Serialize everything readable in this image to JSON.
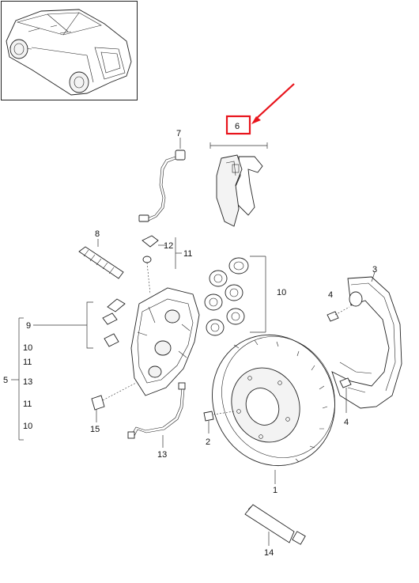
{
  "diagram": {
    "callouts": {
      "c1": "1",
      "c2": "2",
      "c3": "3",
      "c4a": "4",
      "c4b": "4",
      "c5": "5",
      "c6": "6",
      "c7": "7",
      "c8": "8",
      "c9": "9",
      "c10a": "10",
      "c10b": "10",
      "c10c": "10",
      "c11a": "11",
      "c11b": "11",
      "c11c": "11",
      "c12": "12",
      "c13": "13",
      "c14": "14",
      "c15": "15"
    },
    "highlight": {
      "target": "6",
      "color": "#e8141c"
    },
    "icons": [
      "vehicle-thumbnail-icon",
      "brake-pad-icon",
      "wear-sensor-icon",
      "caliper-icon",
      "brake-disc-icon",
      "dust-shield-icon",
      "grease-tube-icon",
      "brake-hose-icon",
      "bolt-icon"
    ]
  }
}
